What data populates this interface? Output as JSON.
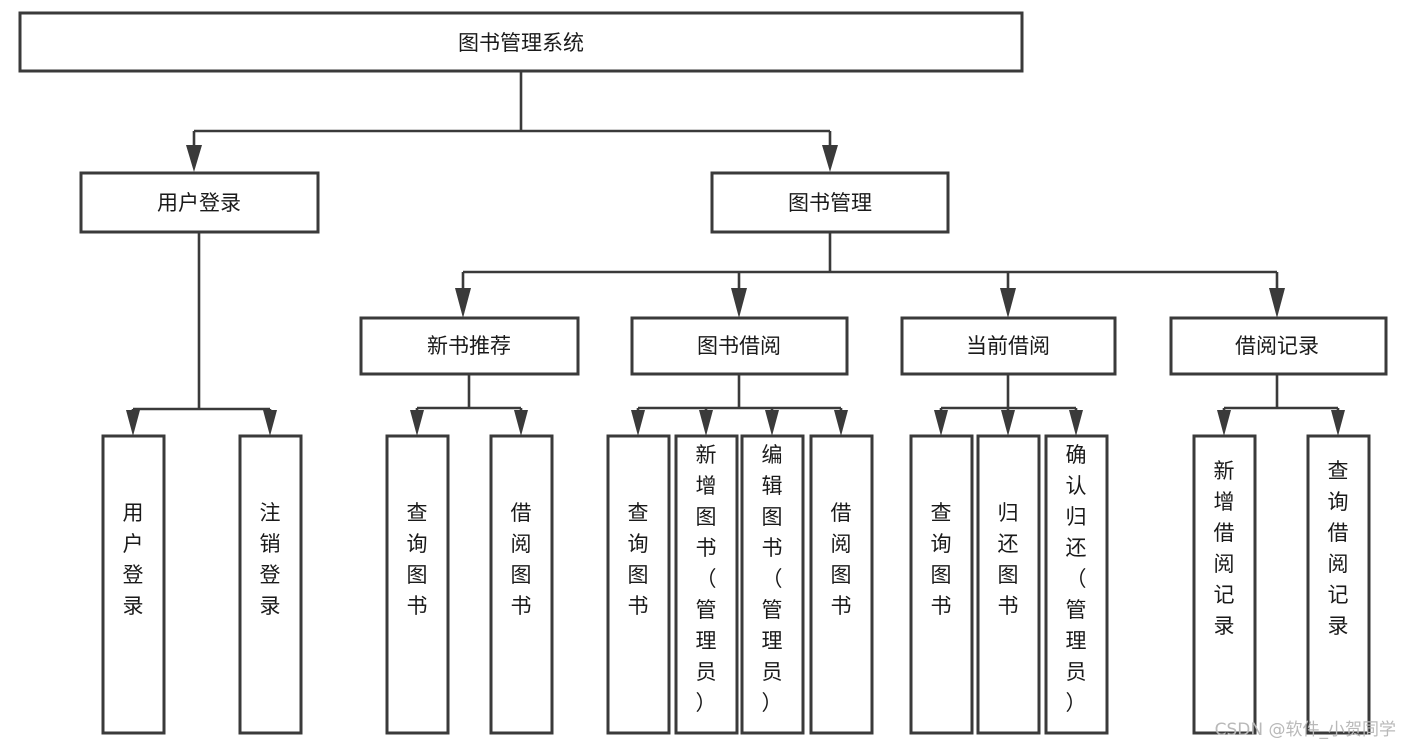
{
  "diagram": {
    "type": "hierarchy-tree",
    "title": "图书管理系统",
    "orientation": "top-down",
    "levels": 4,
    "colors": {
      "box_stroke": "#3a3a3a",
      "box_fill": "#ffffff",
      "connector": "#3a3a3a",
      "text": "#1a1a1a",
      "watermark": "#b9b9b9",
      "background": "#ffffff"
    },
    "root": {
      "id": "root",
      "label": "图书管理系统",
      "orientation": "horizontal"
    },
    "level1": [
      {
        "id": "user-login",
        "label": "用户登录",
        "orientation": "horizontal"
      },
      {
        "id": "book-manage",
        "label": "图书管理",
        "orientation": "horizontal"
      }
    ],
    "level2": [
      {
        "id": "new-book-recommend",
        "label": "新书推荐",
        "orientation": "horizontal",
        "parent": "book-manage"
      },
      {
        "id": "book-borrow",
        "label": "图书借阅",
        "orientation": "horizontal",
        "parent": "book-manage"
      },
      {
        "id": "current-borrow",
        "label": "当前借阅",
        "orientation": "horizontal",
        "parent": "book-manage"
      },
      {
        "id": "borrow-record",
        "label": "借阅记录",
        "orientation": "horizontal",
        "parent": "book-manage"
      }
    ],
    "leaves": [
      {
        "id": "leaf-user-login",
        "label": "用户登录",
        "orientation": "vertical",
        "parent": "user-login"
      },
      {
        "id": "leaf-user-logout",
        "label": "注销登录",
        "orientation": "vertical",
        "parent": "user-login"
      },
      {
        "id": "leaf-query-book-1",
        "label": "查询图书",
        "orientation": "vertical",
        "parent": "new-book-recommend"
      },
      {
        "id": "leaf-borrow-book-1",
        "label": "借阅图书",
        "orientation": "vertical",
        "parent": "new-book-recommend"
      },
      {
        "id": "leaf-query-book-2",
        "label": "查询图书",
        "orientation": "vertical",
        "parent": "book-borrow"
      },
      {
        "id": "leaf-add-book",
        "label": "新增图书（管理员）",
        "orientation": "vertical",
        "parent": "book-borrow"
      },
      {
        "id": "leaf-edit-book",
        "label": "编辑图书（管理员）",
        "orientation": "vertical",
        "parent": "book-borrow"
      },
      {
        "id": "leaf-borrow-book-2",
        "label": "借阅图书",
        "orientation": "vertical",
        "parent": "book-borrow"
      },
      {
        "id": "leaf-query-book-3",
        "label": "查询图书",
        "orientation": "vertical",
        "parent": "current-borrow"
      },
      {
        "id": "leaf-return-book",
        "label": "归还图书",
        "orientation": "vertical",
        "parent": "current-borrow"
      },
      {
        "id": "leaf-confirm-return",
        "label": "确认归还（管理员）",
        "orientation": "vertical",
        "parent": "current-borrow"
      },
      {
        "id": "leaf-add-record",
        "label": "新增借阅记录",
        "orientation": "vertical",
        "parent": "borrow-record"
      },
      {
        "id": "leaf-query-record",
        "label": "查询借阅记录",
        "orientation": "vertical",
        "parent": "borrow-record"
      }
    ]
  },
  "watermark": {
    "text": "CSDN @软件_小贺同学"
  }
}
